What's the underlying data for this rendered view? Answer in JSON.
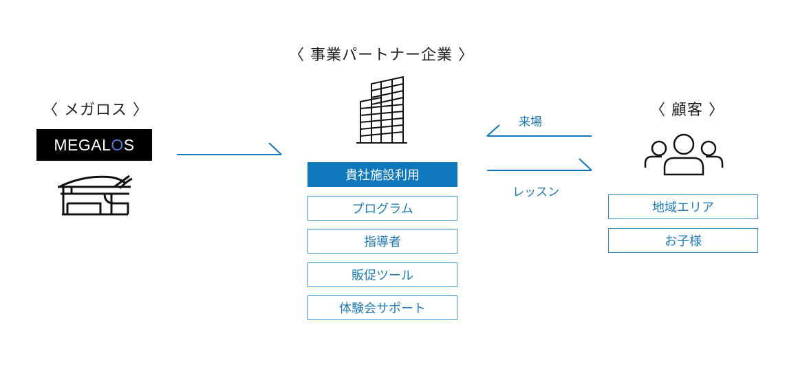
{
  "megalos": {
    "heading": "〈 メガロス 〉",
    "logo_text_a": "MEGAL",
    "logo_text_b": "O",
    "logo_text_c": "S",
    "icon": "stadium-building-icon"
  },
  "partner": {
    "heading": "〈 事業パートナー企業 〉",
    "icon": "office-building-icon",
    "items": [
      "貴社施設利用",
      "プログラム",
      "指導者",
      "販促ツール",
      "体験会サポート"
    ]
  },
  "customer": {
    "heading": "〈 顧客 〉",
    "icon": "people-group-icon",
    "items": [
      "地域エリア",
      "お子様"
    ]
  },
  "arrows": {
    "visit_label": "来場",
    "lesson_label": "レッスン"
  },
  "colors": {
    "accent": "#0f78bd",
    "box_border": "#2f8bc4",
    "text": "#222222"
  }
}
